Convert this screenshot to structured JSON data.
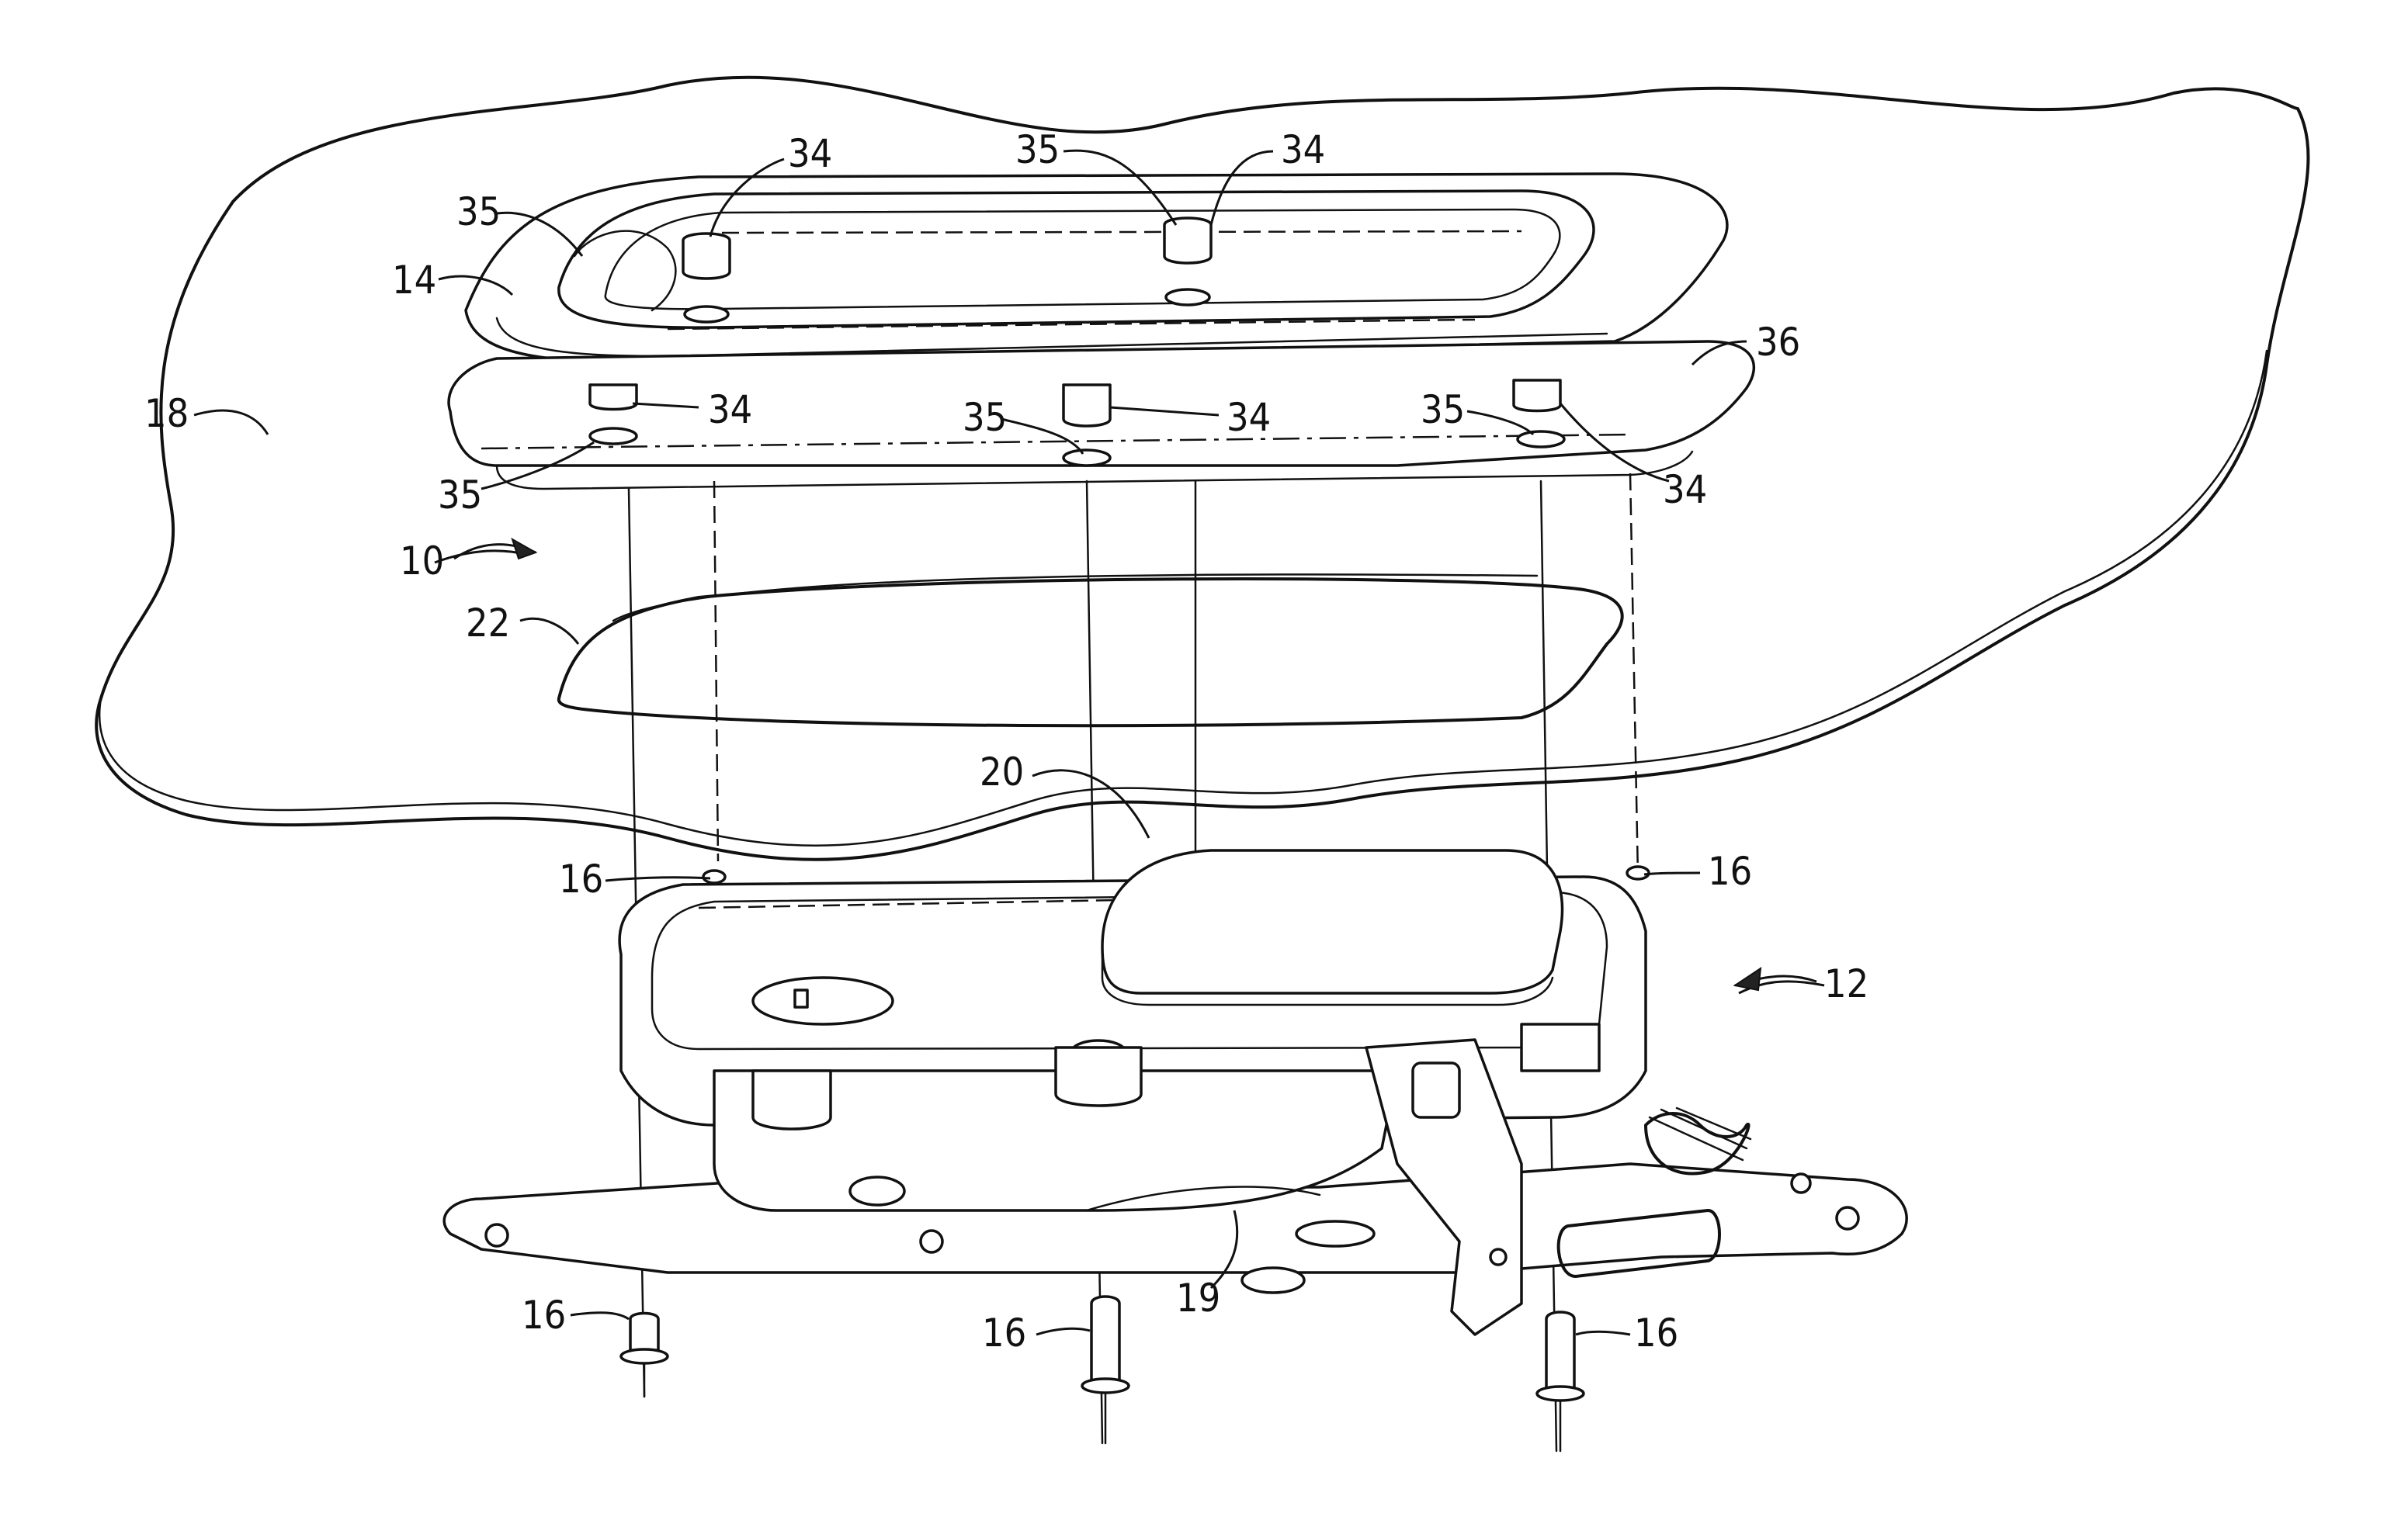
{
  "figure": {
    "labels": {
      "housing_cover": "14",
      "vehicle_panel": "18",
      "assembly": "10",
      "seal_gasket": "22",
      "pad": "20",
      "base_module": "12",
      "cup_base": "19",
      "trim_flange": "36",
      "boss": "34",
      "hole": "35",
      "fastener": "16"
    }
  }
}
